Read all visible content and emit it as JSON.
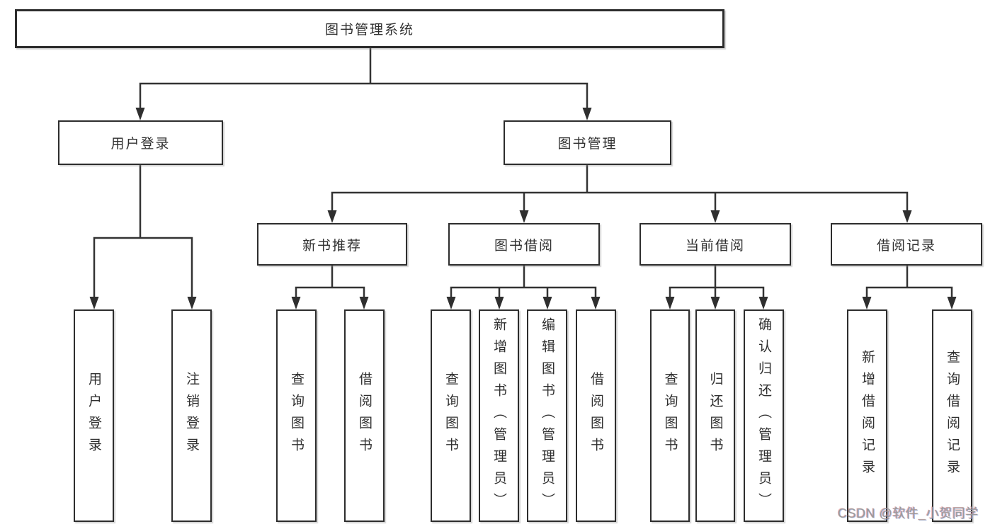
{
  "page": {
    "background": "#ffffff",
    "watermark": "CSDN @软件_小贺同学"
  },
  "diagram": {
    "type": "hierarchy-flowchart",
    "title": "图书管理系统",
    "line_color": "#333333",
    "box_border_color": "#2d2d2d",
    "text_color": "#2f2f2f",
    "nodes": {
      "root": {
        "label": "图书管理系统",
        "children": [
          "login",
          "mgmt"
        ]
      },
      "login": {
        "label": "用户登录",
        "children": [
          "leaf_login",
          "leaf_logout"
        ]
      },
      "mgmt": {
        "label": "图书管理",
        "children": [
          "rec",
          "borrow",
          "current",
          "record"
        ]
      },
      "rec": {
        "label": "新书推荐",
        "children": [
          "leaf_query_1",
          "leaf_borrow_1"
        ]
      },
      "borrow": {
        "label": "图书借阅",
        "children": [
          "leaf_query_2",
          "leaf_add_book",
          "leaf_edit_book",
          "leaf_borrow_2"
        ]
      },
      "current": {
        "label": "当前借阅",
        "children": [
          "leaf_query_3",
          "leaf_return",
          "leaf_confirm_return"
        ]
      },
      "record": {
        "label": "借阅记录",
        "children": [
          "leaf_add_record",
          "leaf_query_record"
        ]
      },
      "leaf_login": {
        "label": "用户登录"
      },
      "leaf_logout": {
        "label": "注销登录"
      },
      "leaf_query_1": {
        "label": "查询图书"
      },
      "leaf_borrow_1": {
        "label": "借阅图书"
      },
      "leaf_query_2": {
        "label": "查询图书"
      },
      "leaf_add_book": {
        "label": "新增图书（管理员）"
      },
      "leaf_edit_book": {
        "label": "编辑图书（管理员）"
      },
      "leaf_borrow_2": {
        "label": "借阅图书"
      },
      "leaf_query_3": {
        "label": "查询图书"
      },
      "leaf_return": {
        "label": "归还图书"
      },
      "leaf_confirm_return": {
        "label": "确认归还（管理员）"
      },
      "leaf_add_record": {
        "label": "新增借阅记录"
      },
      "leaf_query_record": {
        "label": "查询借阅记录"
      }
    }
  }
}
